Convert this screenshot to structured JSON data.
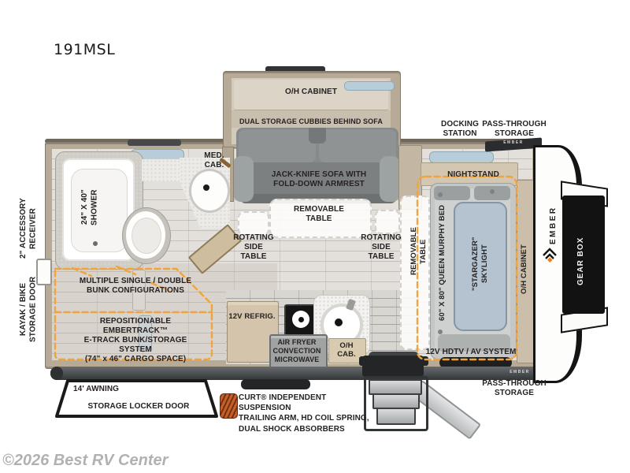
{
  "page": {
    "model": "191MSL",
    "watermark": "©2026 Best RV Center"
  },
  "colors": {
    "accent_orange": "#F1A33C",
    "wall_tan": "#B7AA97",
    "floor": "#E3E0DB",
    "sofa_gray": "#868A8B",
    "skylight_blue": "#B4C3CF",
    "window_blue": "#B7CDDA",
    "label_dark": "#262223",
    "cap_white": "#FDFDFC",
    "frame_black": "#141414",
    "coil_orange": "#C65F2A"
  },
  "exterior": {
    "docking_station": "DOCKING\nSTATION",
    "pass_through_storage_top": "PASS-THROUGH\nSTORAGE",
    "pass_through_storage_bottom": "PASS-THROUGH\nSTORAGE",
    "awning": "14' AWNING",
    "storage_locker_door": "STORAGE LOCKER DOOR",
    "accessory_receiver": "2\" ACCESSORY\nRECEIVER",
    "kayak_bike_door": "KAYAK / BIKE\nSTORAGE DOOR",
    "gear_box": "GEAR BOX",
    "ember_wordmark": "EMBER",
    "ember_trim": "EMBER",
    "suspension_note": "CURT® INDEPENDENT SUSPENSION\nTRAILING ARM, HD COIL SPRING,\nDUAL SHOCK ABSORBERS"
  },
  "slideout": {
    "oh_cabinet": "O/H CABINET",
    "dual_storage_cubbies": "DUAL STORAGE CUBBIES BEHIND SOFA",
    "sofa": "JACK-KNIFE SOFA WITH\nFOLD-DOWN ARMREST"
  },
  "living": {
    "removable_table": "REMOVABLE\nTABLE",
    "rotating_side_table_left": "ROTATING\nSIDE\nTABLE",
    "rotating_side_table_right": "ROTATING\nSIDE\nTABLE"
  },
  "bathroom": {
    "shower": "24\" X 40\"\nSHOWER",
    "med_cab": "MED.\nCAB."
  },
  "bunk_room": {
    "bunk_configurations": "MULTIPLE SINGLE / DOUBLE\nBUNK CONFIGURATIONS",
    "embertrack": "REPOSITIONABLE EMBERTRACK™\nE-TRACK BUNK/STORAGE SYSTEM\n(74\" x 46\" CARGO SPACE)"
  },
  "kitchen": {
    "refrigerator": "12V REFRIG.",
    "microwave": "AIR FRYER\nCONVECTION\nMICROWAVE",
    "oh_cab": "O/H\nCAB."
  },
  "bedroom": {
    "nightstand": "NIGHTSTAND",
    "removable_table": "REMOVABLE\nTABLE",
    "murphy_bed": "60\" X 80\" QUEEN MURPHY BED",
    "skylight": "\"STARGAZER\"\nSKYLIGHT",
    "oh_cabinet": "O/H CABINET",
    "hdtv": "12V HDTV / AV SYSTEM"
  }
}
